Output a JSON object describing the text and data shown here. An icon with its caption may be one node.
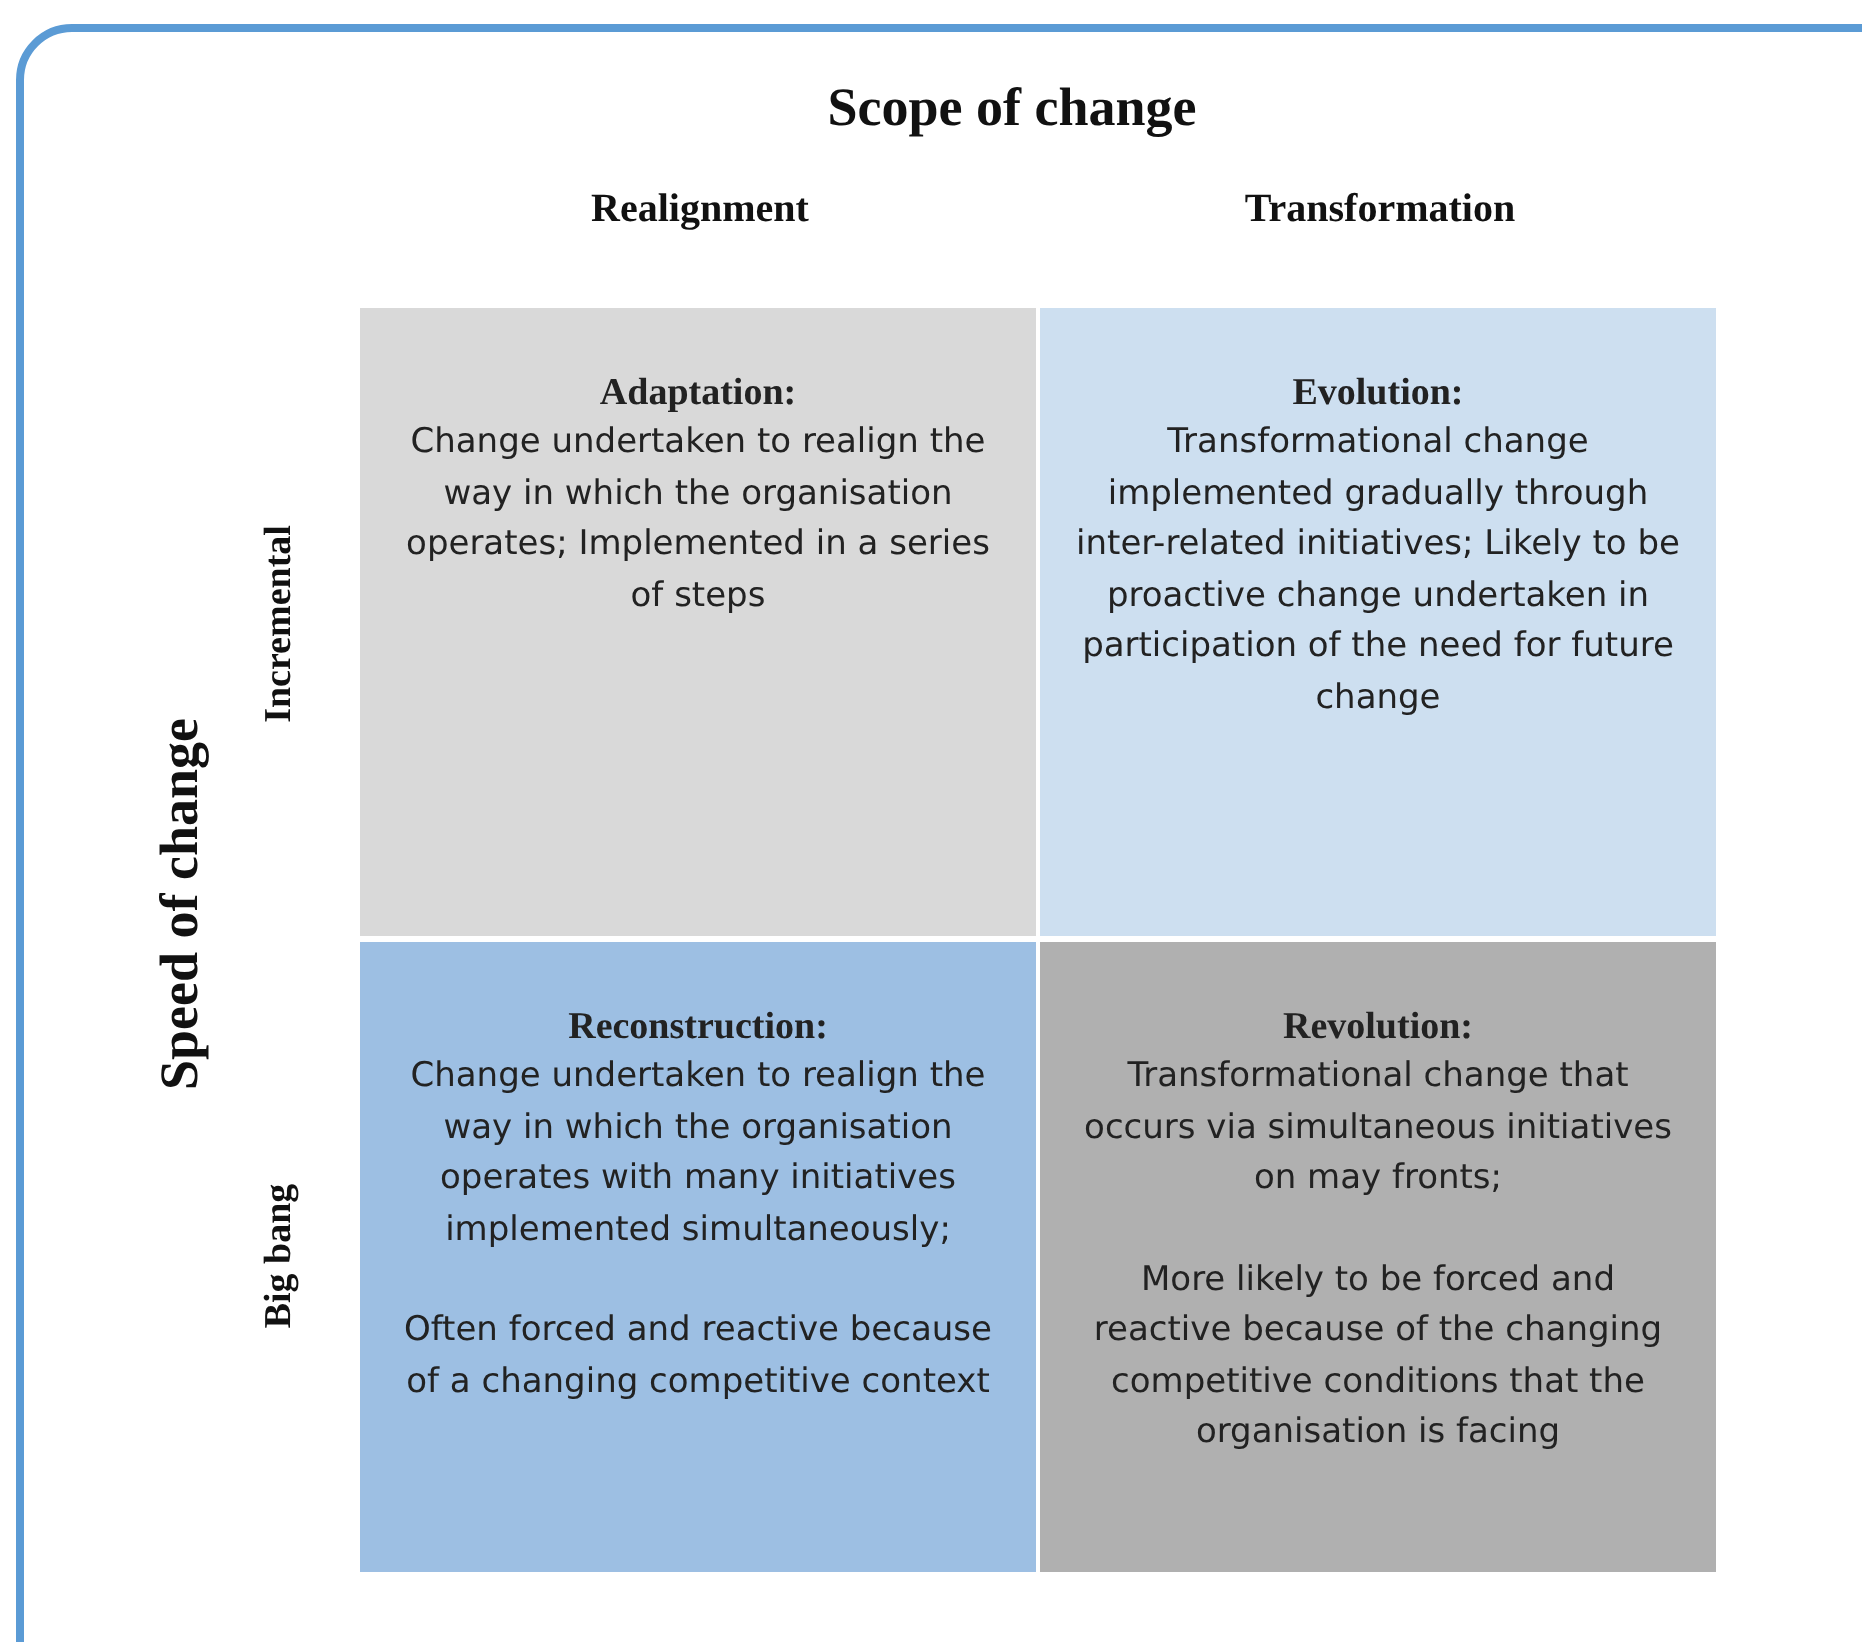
{
  "diagram": {
    "nodes": [
      {
        "text": [
          "Adaptation:",
          "Change undertaken to realign the way in which the organisation operates; Implemented in a series of steps"
        ]
      },
      {
        "text": [
          "Evolution:",
          "Transformational change implemented gradually through inter-related initiatives; Likely to be proactive change undertaken in participation of the need for future change"
        ]
      },
      {
        "text": [
          "Reconstruction:",
          "Change undertaken to realign the way in which the organisation operates with many initiatives implemented simultaneously;",
          "Often forced and reactive because of a changing competitive context"
        ]
      },
      {
        "text": [
          "Revolution:",
          "Transformational change that occurs via simultaneous initiatives on may fronts;",
          "More likely to be forced and reactive because of the changing competitive conditions that the organisation is facing"
        ]
      }
    ],
    "edges": [],
    "labels": [
      "Scope of change",
      "Realignment",
      "Transformation",
      "Speed of change",
      "Incremental",
      "Big bang"
    ]
  }
}
